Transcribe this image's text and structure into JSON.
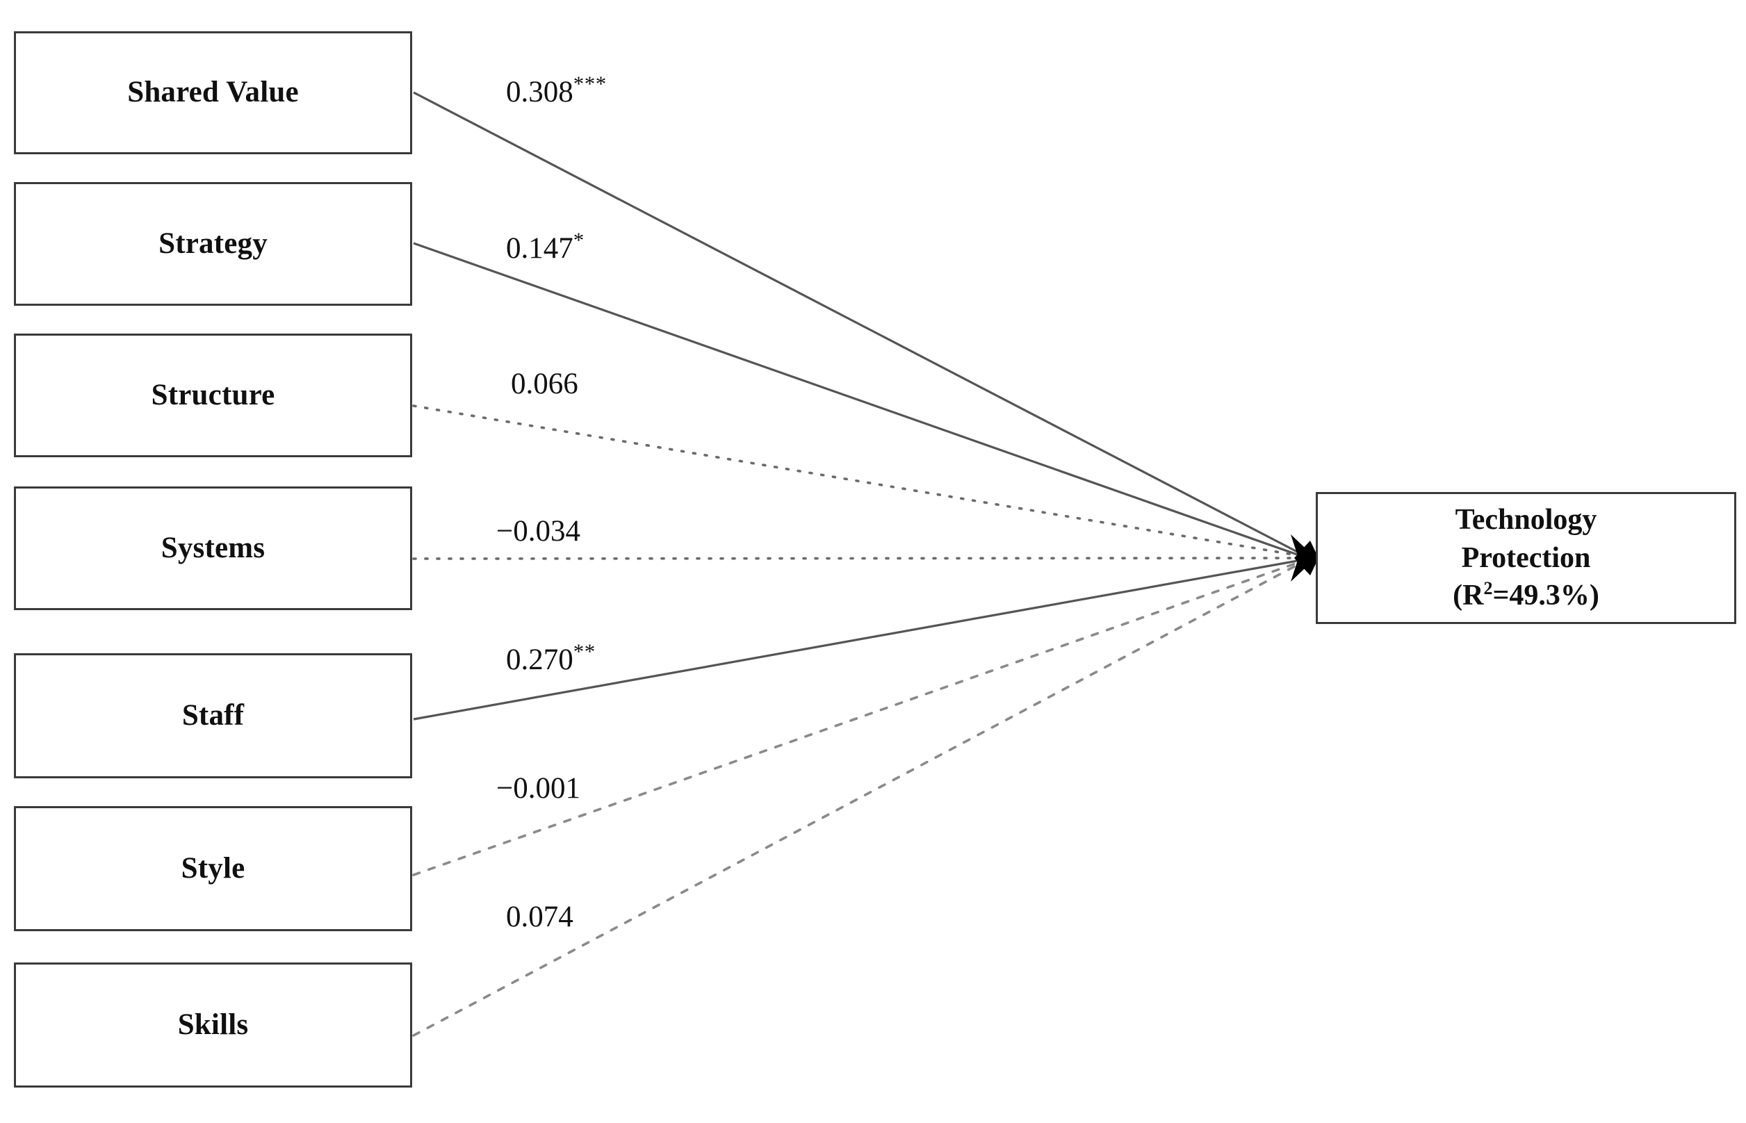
{
  "diagram": {
    "title": "7S model path diagram predicting Technology Protection",
    "predictors": [
      {
        "id": "shared-value",
        "label": "Shared Value"
      },
      {
        "id": "strategy",
        "label": "Strategy"
      },
      {
        "id": "structure",
        "label": "Structure"
      },
      {
        "id": "systems",
        "label": "Systems"
      },
      {
        "id": "staff",
        "label": "Staff"
      },
      {
        "id": "style",
        "label": "Style"
      },
      {
        "id": "skills",
        "label": "Skills"
      }
    ],
    "outcome": {
      "id": "technology-protection",
      "line1": "Technology",
      "line2": "Protection",
      "r_squared_prefix": "(R",
      "r_squared_exponent": "2",
      "r_squared_value": "=49.3%)",
      "r_squared_text": "(R2=49.3%)"
    },
    "paths": [
      {
        "from": "shared-value",
        "to": "technology-protection",
        "coefficient": "0.308",
        "stars": "***",
        "significance": "p<0.001",
        "style": "solid",
        "value": 0.308
      },
      {
        "from": "strategy",
        "to": "technology-protection",
        "coefficient": "0.147",
        "stars": "*",
        "significance": "p<0.05",
        "style": "solid",
        "value": 0.147
      },
      {
        "from": "structure",
        "to": "technology-protection",
        "coefficient": "0.066",
        "stars": "",
        "significance": "ns",
        "style": "dotted",
        "value": 0.066
      },
      {
        "from": "systems",
        "to": "technology-protection",
        "coefficient": "−0.034",
        "stars": "",
        "significance": "ns",
        "style": "dotted",
        "value": -0.034
      },
      {
        "from": "staff",
        "to": "technology-protection",
        "coefficient": "0.270",
        "stars": "**",
        "significance": "p<0.01",
        "style": "solid",
        "value": 0.27
      },
      {
        "from": "style",
        "to": "technology-protection",
        "coefficient": "−0.001",
        "stars": "",
        "significance": "ns",
        "style": "dotted",
        "value": -0.001
      },
      {
        "from": "skills",
        "to": "technology-protection",
        "coefficient": "0.074",
        "stars": "",
        "significance": "ns",
        "style": "dotted",
        "value": 0.074
      }
    ],
    "colors": {
      "box_border": "#3a3a3a",
      "line": "#555555",
      "text": "#101010",
      "background": "#ffffff"
    }
  }
}
